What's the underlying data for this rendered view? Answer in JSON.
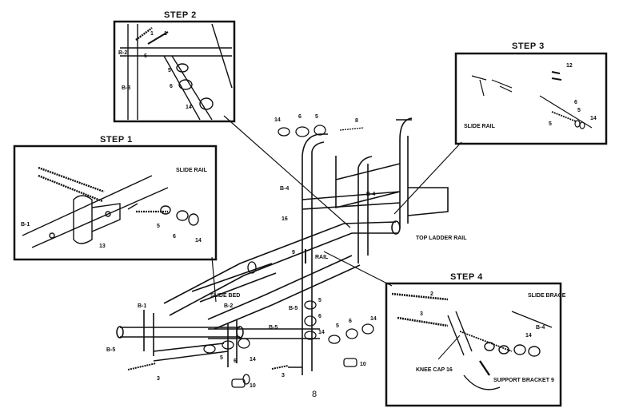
{
  "steps": {
    "step1": "STEP 1",
    "step2": "STEP 2",
    "step3": "STEP 3",
    "step4": "STEP 4"
  },
  "labels": {
    "slide_rail": "SLIDE RAIL",
    "slide_bed": "SLIDE BED",
    "rail": "RAIL",
    "top_ladder_rail": "TOP LADDER RAIL",
    "slide_brace": "SLIDE BRACE",
    "knee_cap": "KNEE CAP 16",
    "support_bracket": "SUPPORT BRACKET 9"
  },
  "parts": {
    "p1": "1",
    "p2": "2",
    "p3": "3",
    "p5": "5",
    "p6": "6",
    "p8": "8",
    "p9": "9",
    "p10": "10",
    "p12": "12",
    "p13": "13",
    "p14": "14",
    "p16": "16",
    "b1": "B-1",
    "b2": "B-2",
    "b3": "B-3",
    "b4": "B-4",
    "b5": "B-5"
  },
  "page_number": "8",
  "colors": {
    "ink": "#111111",
    "paper": "#ffffff"
  }
}
